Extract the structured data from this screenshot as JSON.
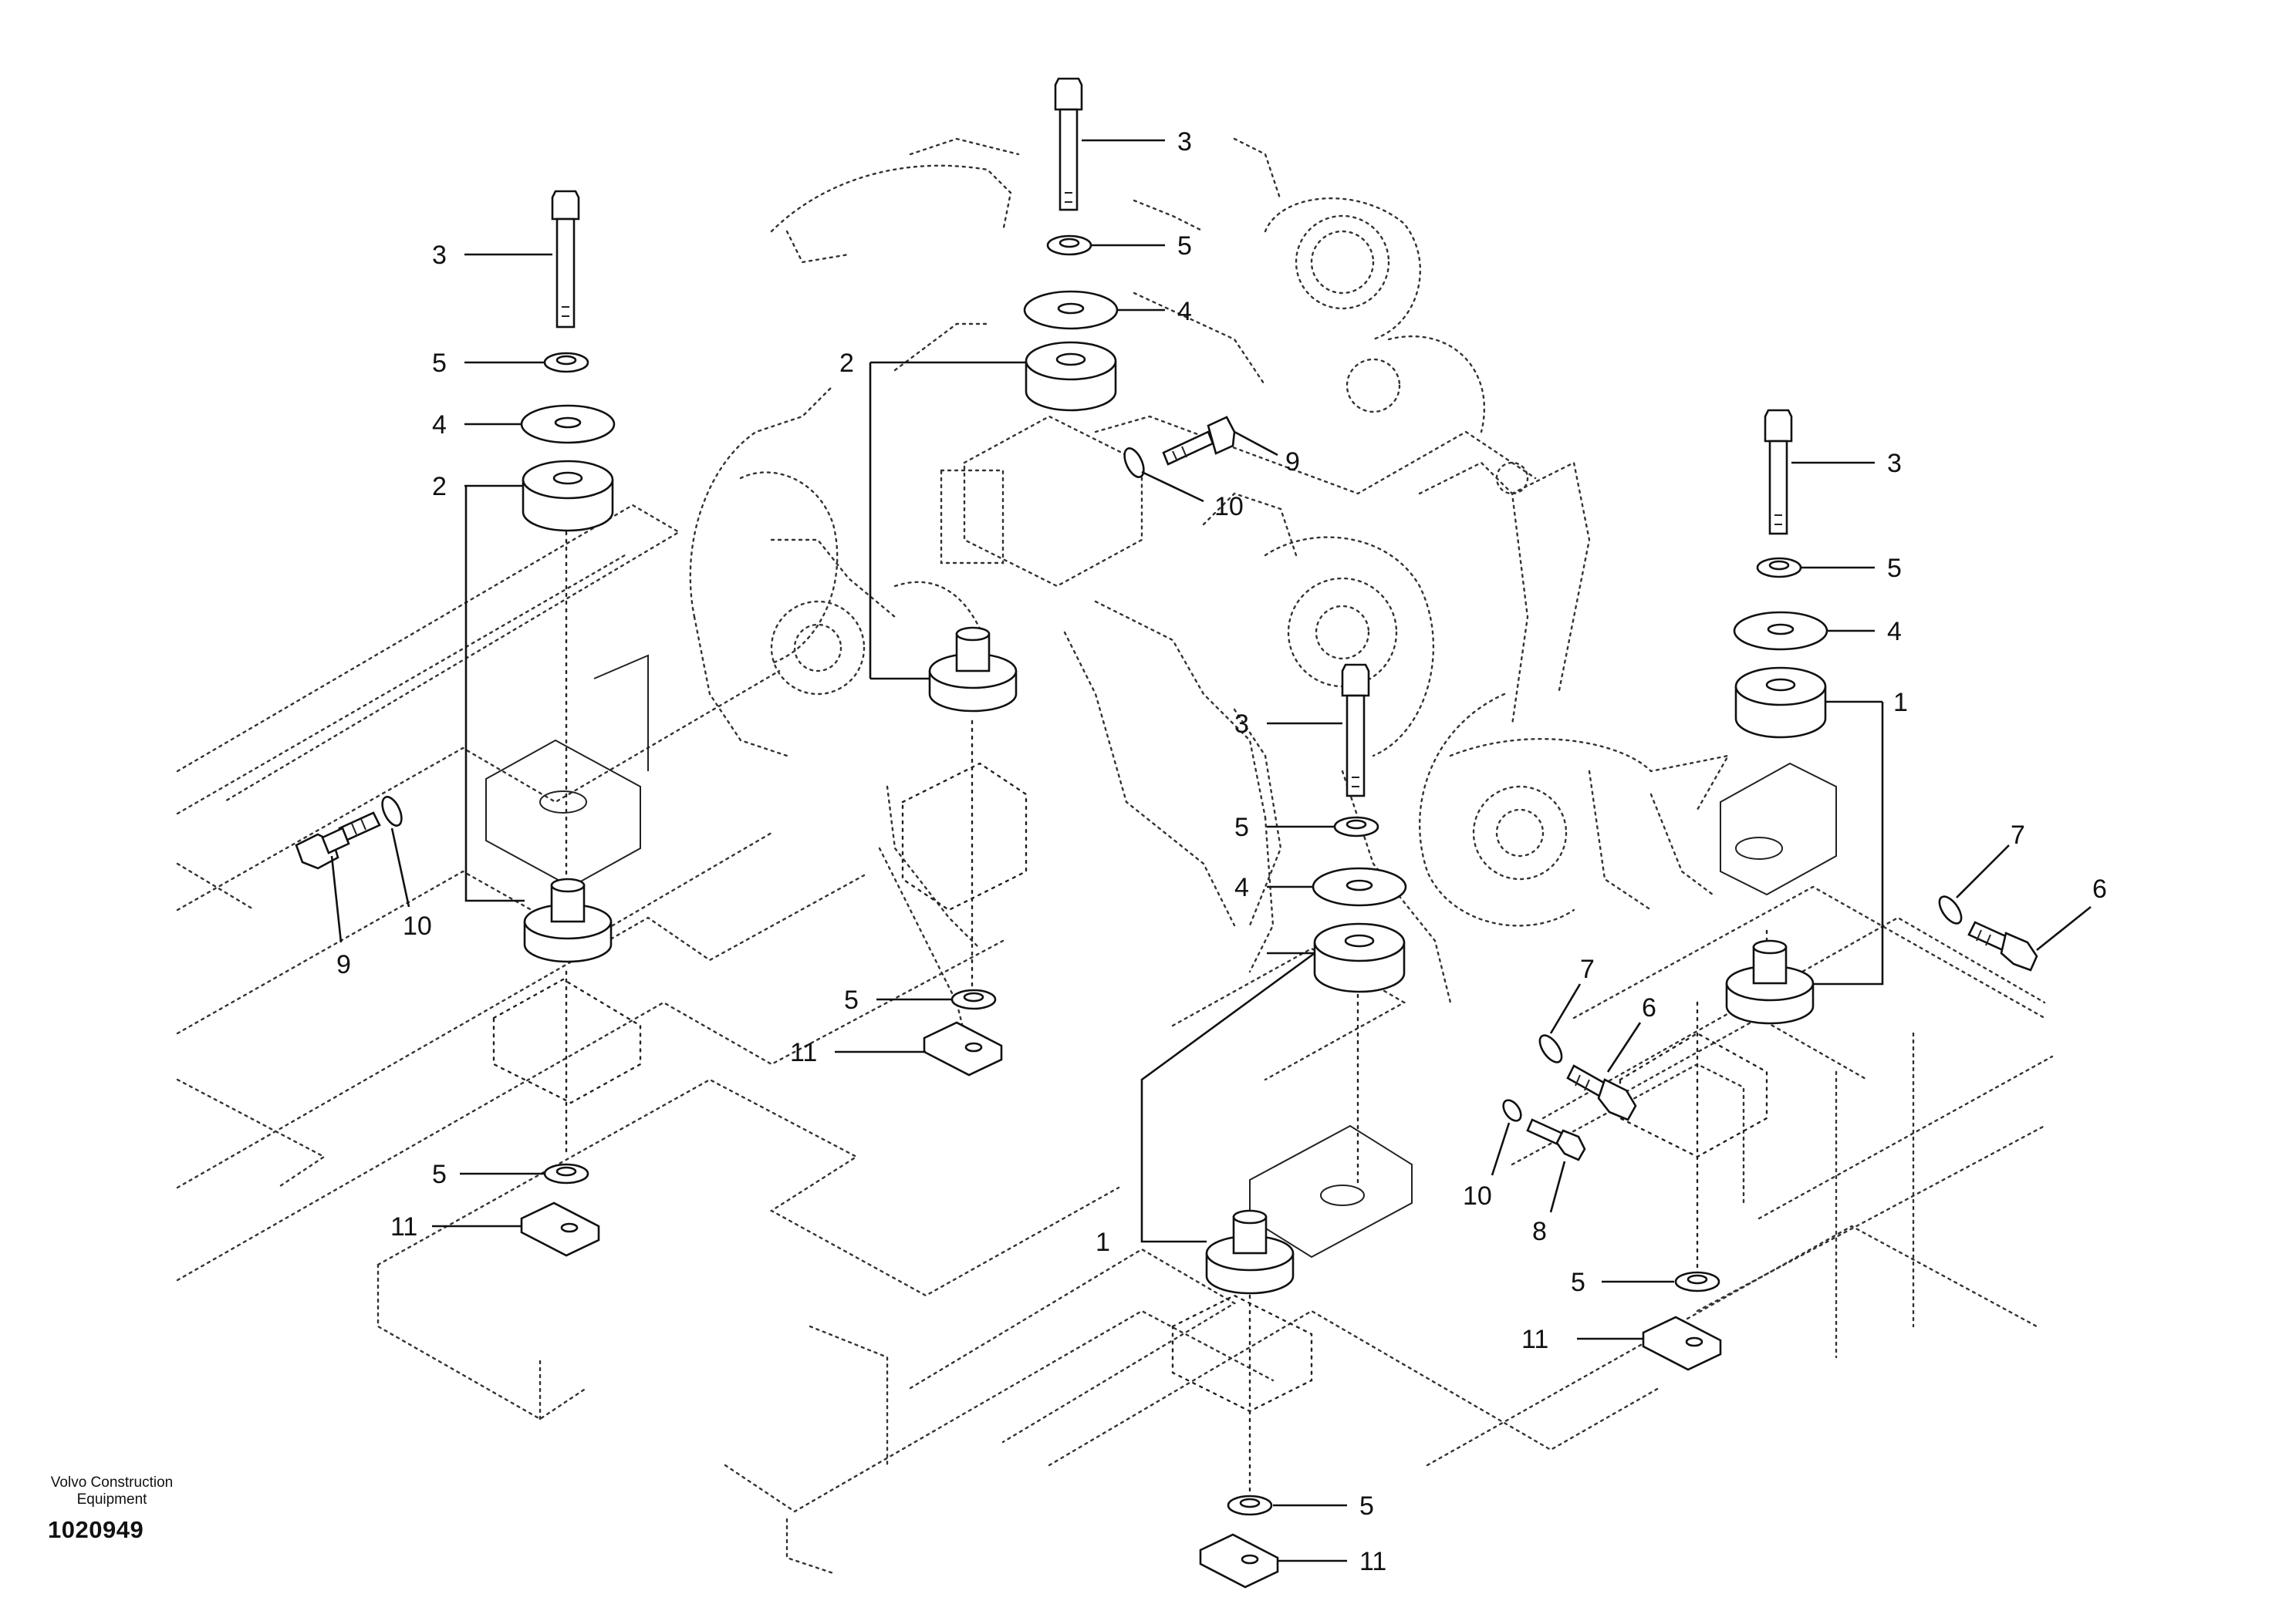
{
  "credit": {
    "line1": "Volvo Construction",
    "line2": "Equipment"
  },
  "document_number": "1020949",
  "callouts": {
    "bolt_top_center": "3",
    "washer_top_center": "5",
    "plate_top_center": "4",
    "bolt_top_left": "3",
    "washer_top_left": "5",
    "plate_top_left": "4",
    "cushion_left": "2",
    "cushion_center_rear": "2",
    "bolt_side_upper": "9",
    "lockwasher_side_upper": "10",
    "bolt_right": "3",
    "washer_right": "5",
    "plate_right": "4",
    "cushion_right": "1",
    "bolt_center": "3",
    "washer_center": "5",
    "plate_center": "4",
    "washer_left_bracket": "5",
    "clip_left_bracket": "11",
    "bolt_side_left": "9",
    "lockwasher_side_left": "10",
    "washer_left_low": "5",
    "clip_left_low": "11",
    "lockwasher_right_7": "7",
    "bolt_right_6": "6",
    "lockwasher_center_7": "7",
    "bolt_center_6": "6",
    "lockwasher_center_10": "10",
    "bolt_center_8": "8",
    "cushion_center_front": "1",
    "washer_right_low": "5",
    "clip_right_low": "11",
    "washer_bottom": "5",
    "clip_bottom": "11"
  }
}
